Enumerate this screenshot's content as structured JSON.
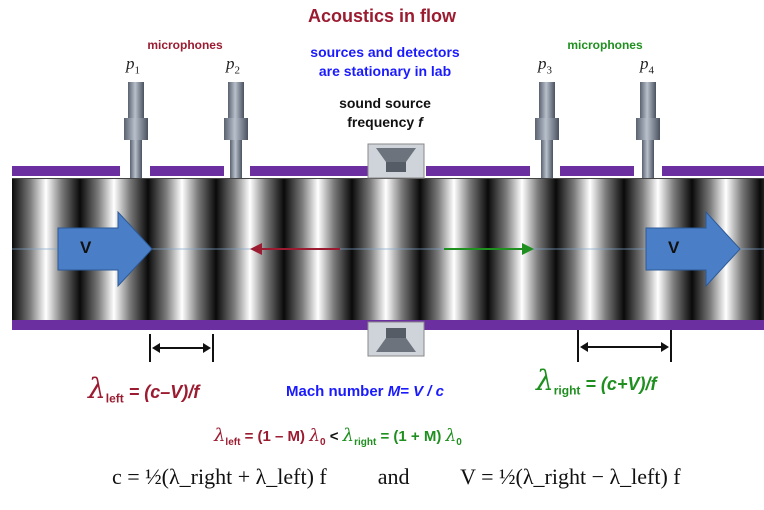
{
  "title": "Acoustics in flow",
  "mic_label_left": "microphones",
  "mic_label_right": "microphones",
  "stationary_note": [
    "sources and detectors",
    "are stationary in lab"
  ],
  "sound_source": [
    "sound source",
    "frequency"
  ],
  "sound_source_symbol": "f",
  "probes": [
    {
      "base": "p",
      "sub": "1"
    },
    {
      "base": "p",
      "sub": "2"
    },
    {
      "base": "p",
      "sub": "3"
    },
    {
      "base": "p",
      "sub": "4"
    }
  ],
  "flow_label": "V",
  "lambda_left": {
    "sub": "left",
    "expr": " = (c–V)/f"
  },
  "lambda_right": {
    "sub": "right",
    "expr": " = (c+V)/f"
  },
  "mach": {
    "prefix": "Mach number ",
    "expr": "M= V / c"
  },
  "inequality": {
    "left_sub": "left",
    "left_expr": " = (1 – M) ",
    "zero_sub": "0",
    "lt": " < ",
    "right_sub": "right",
    "right_expr": " = (1 + M) "
  },
  "equation": {
    "c_part": "c = ½(λ_right + λ_left) f",
    "and": "and",
    "v_part": "V = ½(λ_right − λ_left) f"
  },
  "colors": {
    "red": "#9b1b30",
    "green": "#1f8f1f",
    "blue": "#1a1aff",
    "wall": "#6b2fa0",
    "arrow": "#4a7fc8"
  }
}
